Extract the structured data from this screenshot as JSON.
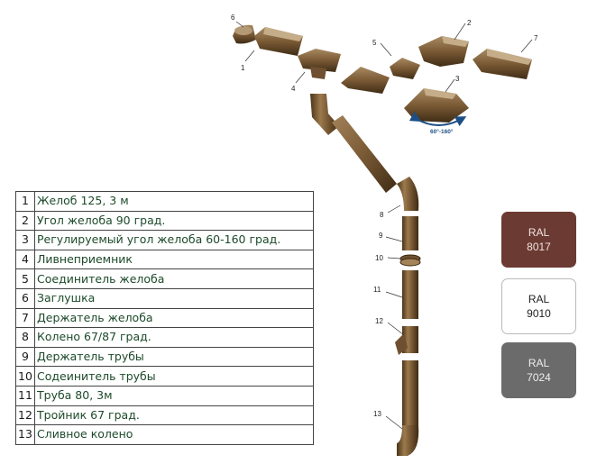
{
  "callouts": [
    "6",
    "1",
    "4",
    "5",
    "2",
    "3",
    "7",
    "8",
    "9",
    "10",
    "11",
    "12",
    "13"
  ],
  "angle_label": "60°-160°",
  "parts": [
    {
      "num": "1",
      "name": "Желоб 125, 3 м"
    },
    {
      "num": "2",
      "name": "Угол желоба 90 град."
    },
    {
      "num": "3",
      "name": "Регулируемый угол желоба 60-160 град."
    },
    {
      "num": "4",
      "name": "Ливнеприемник"
    },
    {
      "num": "5",
      "name": "Соединитель желоба"
    },
    {
      "num": "6",
      "name": "Заглушка"
    },
    {
      "num": "7",
      "name": "Держатель желоба"
    },
    {
      "num": "8",
      "name": "Колено 67/87 град."
    },
    {
      "num": "9",
      "name": "Держатель трубы"
    },
    {
      "num": "10",
      "name": "Содеинитель трубы"
    },
    {
      "num": "11",
      "name": "Труба 80, 3м"
    },
    {
      "num": "12",
      "name": "Тройник 67 град."
    },
    {
      "num": "13",
      "name": "Сливное колено"
    }
  ],
  "swatches": [
    {
      "line1": "RAL",
      "line2": "8017",
      "color": "#6b3a33"
    },
    {
      "line1": "RAL",
      "line2": "9010",
      "color": "#ffffff"
    },
    {
      "line1": "RAL",
      "line2": "7024",
      "color": "#6b6b6b"
    }
  ],
  "colors": {
    "product_brown": "#7a5a35",
    "accent_blue": "#1d4f86"
  }
}
